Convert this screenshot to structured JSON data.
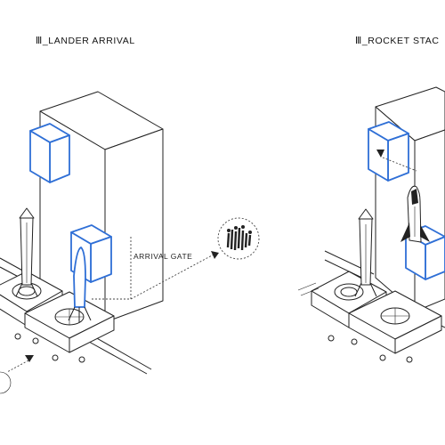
{
  "titles": {
    "left": "Ⅲ_LANDER ARRIVAL",
    "right": "Ⅲ_ROCKET STAC"
  },
  "annotations": {
    "arrival_gate": "ARRIVAL GATE"
  },
  "colors": {
    "line": "#222222",
    "module_blue": "#2f6fd6",
    "background": "#ffffff"
  },
  "icons": {
    "crowd": "people-crowd-icon",
    "arrow": "dashed-arrow-icon"
  }
}
